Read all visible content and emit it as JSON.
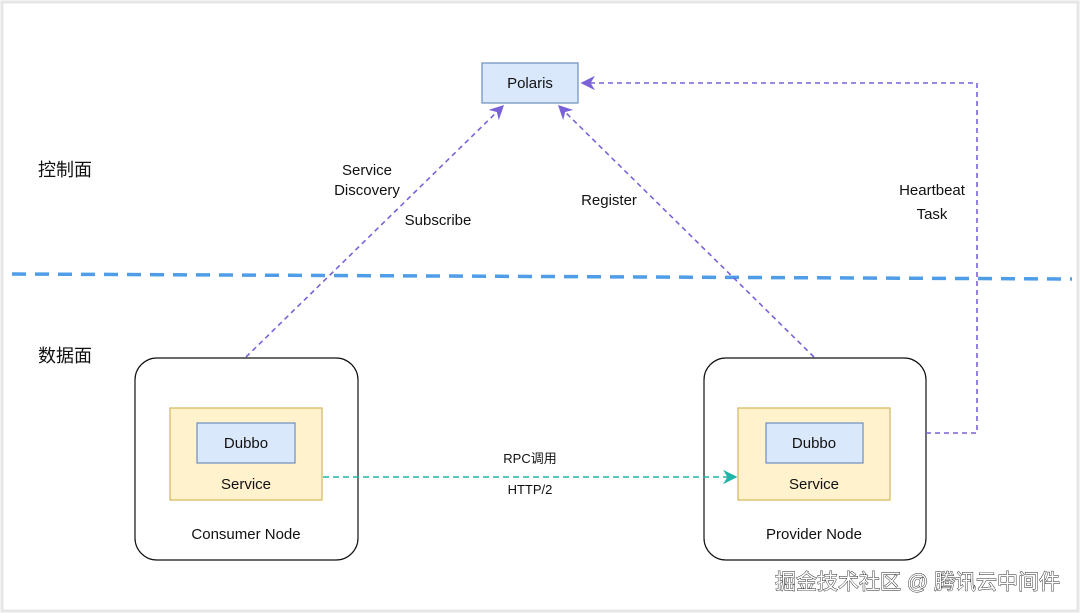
{
  "planes": {
    "control": "控制面",
    "data": "数据面"
  },
  "nodes": {
    "polaris": "Polaris",
    "consumer": {
      "label": "Consumer Node",
      "framework": "Dubbo",
      "service": "Service"
    },
    "provider": {
      "label": "Provider Node",
      "framework": "Dubbo",
      "service": "Service"
    }
  },
  "edges": {
    "service_discovery_line1": "Service",
    "service_discovery_line2": "Discovery",
    "subscribe": "Subscribe",
    "register": "Register",
    "heartbeat_line1": "Heartbeat",
    "heartbeat_line2": "Task",
    "rpc_line1": "RPC调用",
    "rpc_line2": "HTTP/2"
  },
  "watermark": "掘金技术社区 @ 腾讯云中间件",
  "colors": {
    "polaris_fill": "#dae8fc",
    "polaris_stroke": "#6c8ebf",
    "service_fill": "#fff2cc",
    "service_stroke": "#d6b656",
    "control_arrow": "#7b61d8",
    "rpc_arrow": "#1fb5a8",
    "plane_divider": "#4f9de8"
  }
}
